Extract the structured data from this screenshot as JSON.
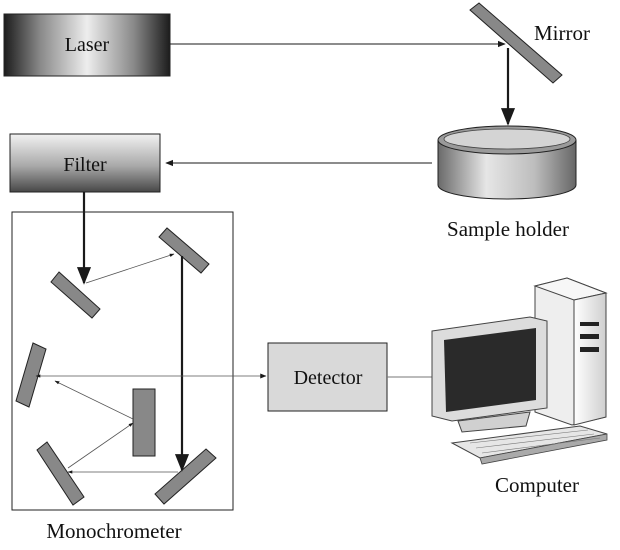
{
  "labels": {
    "laser": "Laser",
    "mirror": "Mirror",
    "filter": "Filter",
    "sample_holder": "Sample holder",
    "detector": "Detector",
    "computer": "Computer",
    "monochrometer": "Monochrometer"
  },
  "colors": {
    "line": "#1a1a1a",
    "box_fill": "#d9d9d9",
    "mirror_fill": "#888888",
    "screen": "#2a2a2a"
  }
}
